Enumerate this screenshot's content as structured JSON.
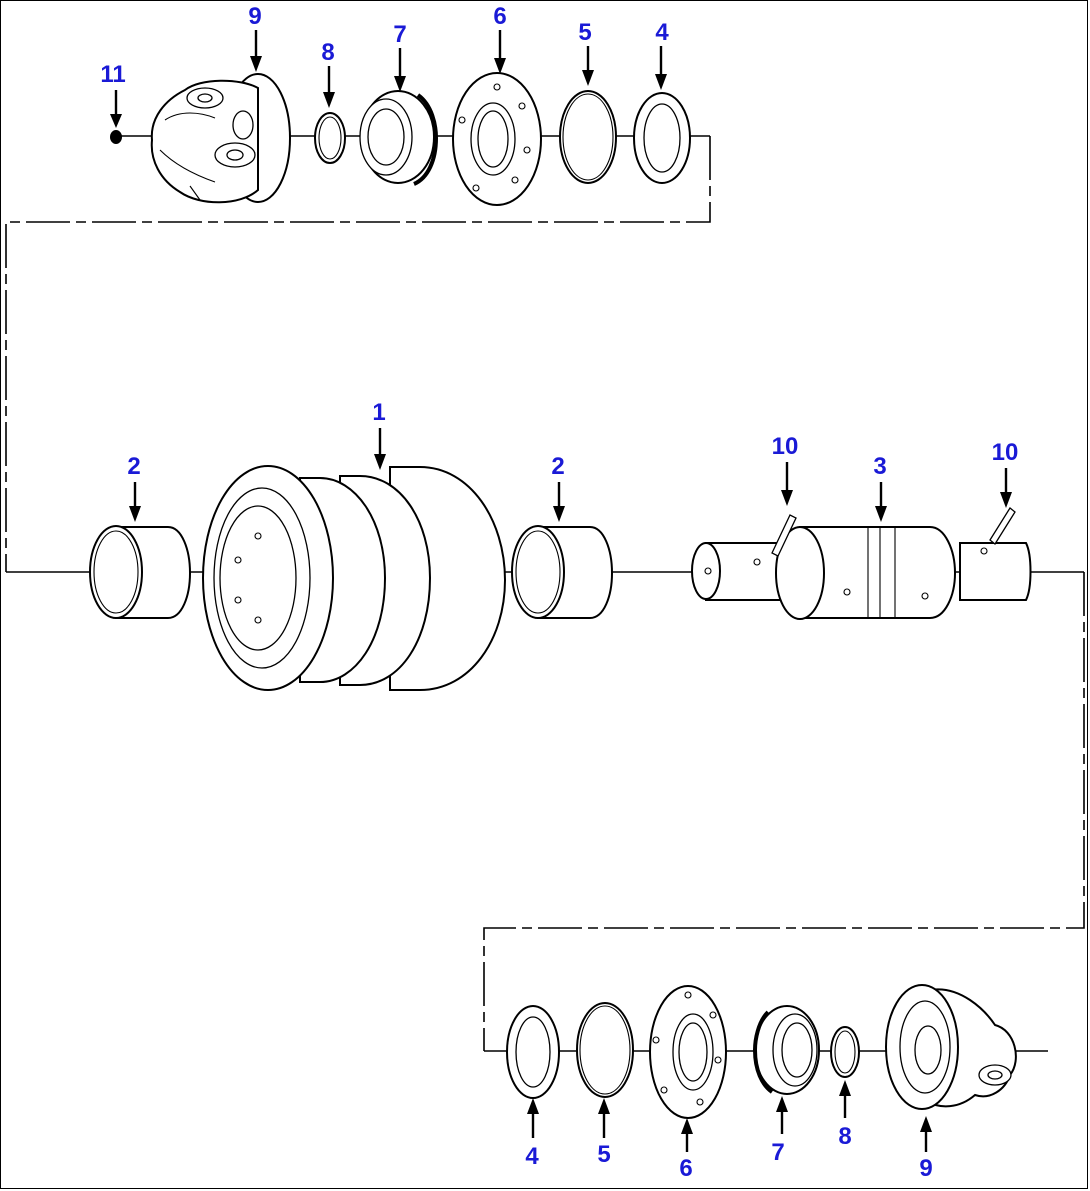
{
  "colors": {
    "callout": "#1a1ad6",
    "line": "#000000",
    "background": "#ffffff"
  },
  "callouts": {
    "top": {
      "c11": "11",
      "c9": "9",
      "c8": "8",
      "c7": "7",
      "c6": "6",
      "c5": "5",
      "c4": "4"
    },
    "middle": {
      "c2a": "2",
      "c1": "1",
      "c2b": "2",
      "c10a": "10",
      "c3": "3",
      "c10b": "10"
    },
    "bottom": {
      "c4": "4",
      "c5": "5",
      "c6": "6",
      "c7": "7",
      "c8": "8",
      "c9": "9"
    }
  }
}
